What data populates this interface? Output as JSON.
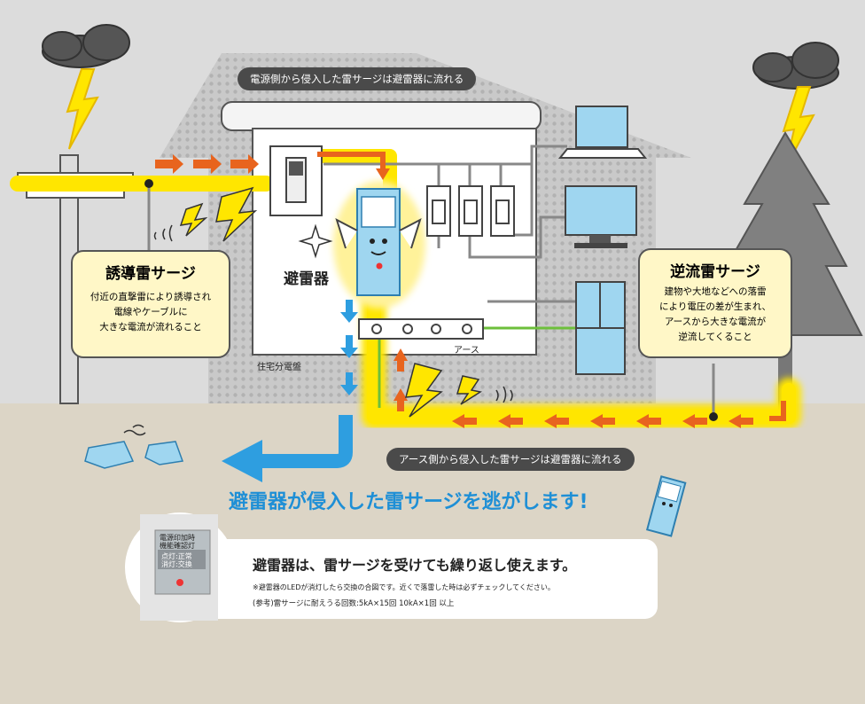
{
  "top_callout": "電源側から侵入した雷サージは避雷器に流れる",
  "bottom_callout": "アース側から侵入した雷サージは避雷器に流れる",
  "arrester_label": "避雷器",
  "panel_label": "住宅分電盤",
  "earth_label": "アース",
  "induced_box": {
    "title": "誘導雷サージ",
    "body": [
      "付近の直撃雷により誘導され",
      "電線やケーブルに",
      "大きな電流が流れること"
    ]
  },
  "back_box": {
    "title": "逆流雷サージ",
    "body": [
      "建物や大地などへの落雷",
      "により電圧の差が生まれ、",
      "アースから大きな電流が",
      "逆流してくること"
    ]
  },
  "headline": "避雷器が侵入した雷サージを逃がします!",
  "info": {
    "title": "避雷器は、雷サージを受けても繰り返し使えます。",
    "note1": "※避雷器のLEDが消灯したら交換の合図です。近くで落雷した時は必ずチェックしてください。",
    "note2": "(参考)雷サージに耐えうる回数:5kA×15回 10kA×1回 以上"
  },
  "device": {
    "line1": "電源印加時",
    "line2": "機能確認灯",
    "line3": "点灯:正常",
    "line4": "消灯:交換"
  },
  "colors": {
    "surge_yellow": "#ffe600",
    "arrow_orange": "#e8641e",
    "flow_blue": "#2e9ee0",
    "earth_green": "#6dbf3b",
    "sky_gray": "#dcdcdc",
    "ground": "#dcd5c6"
  }
}
